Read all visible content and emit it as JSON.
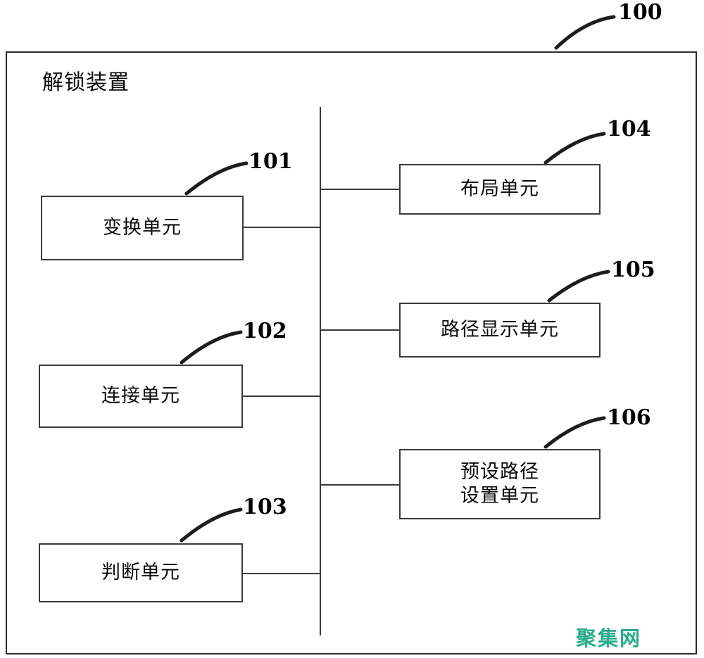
{
  "figure": {
    "type": "patent-block-diagram",
    "device_ref": "100",
    "device_title": "解锁装置",
    "watermark": "聚集网",
    "watermark_color": "#2aab8d",
    "line_color": "#3a3a3a",
    "text_color": "#0a0a0a"
  },
  "refs": {
    "device": "100",
    "r101": "101",
    "r102": "102",
    "r103": "103",
    "r104": "104",
    "r105": "105",
    "r106": "106"
  },
  "units": {
    "left_column": [
      {
        "ref": "101",
        "label": "变换单元"
      },
      {
        "ref": "102",
        "label": "连接单元"
      },
      {
        "ref": "103",
        "label": "判断单元"
      }
    ],
    "right_column": [
      {
        "ref": "104",
        "label": "布局单元"
      },
      {
        "ref": "105",
        "label": "路径显示单元"
      },
      {
        "ref": "106",
        "label": "预设路径\n设置单元"
      }
    ]
  },
  "labels": {
    "unit_101": "变换单元",
    "unit_102": "连接单元",
    "unit_103": "判断单元",
    "unit_104": "布局单元",
    "unit_105": "路径显示单元",
    "unit_106": "预设路径\n设置单元"
  }
}
